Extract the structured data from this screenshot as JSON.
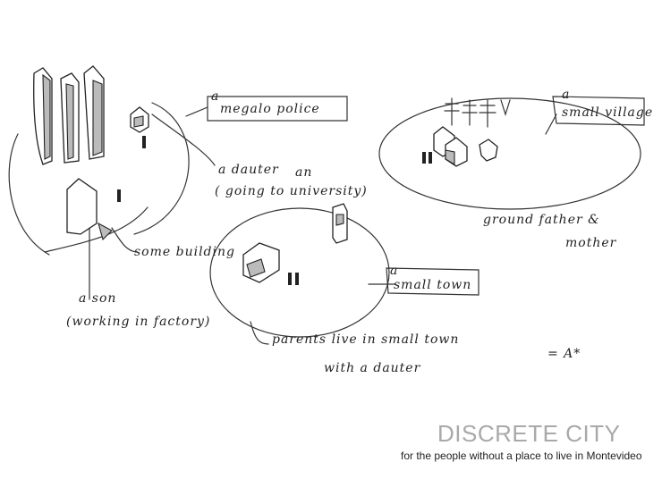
{
  "sketch": {
    "labels": {
      "megalopolis_prefix": "a",
      "megalopolis": "megalo police",
      "village_prefix": "a",
      "village": "small village",
      "town_prefix": "a",
      "town": "small town",
      "daughter": "a dauter",
      "daughter_an": "an",
      "daughter_note": "( going to university)",
      "building": "some building",
      "son": "a son",
      "son_note": "(working in factory)",
      "grandparents_1": "ground father &",
      "grandparents_2": "mother",
      "parents_1": "parents live in small town",
      "parents_2": "with a dauter",
      "equation": "= A*"
    }
  },
  "caption": {
    "title": "DISCRETE CITY",
    "subtitle": "for the people without a place to live in Montevideo"
  }
}
